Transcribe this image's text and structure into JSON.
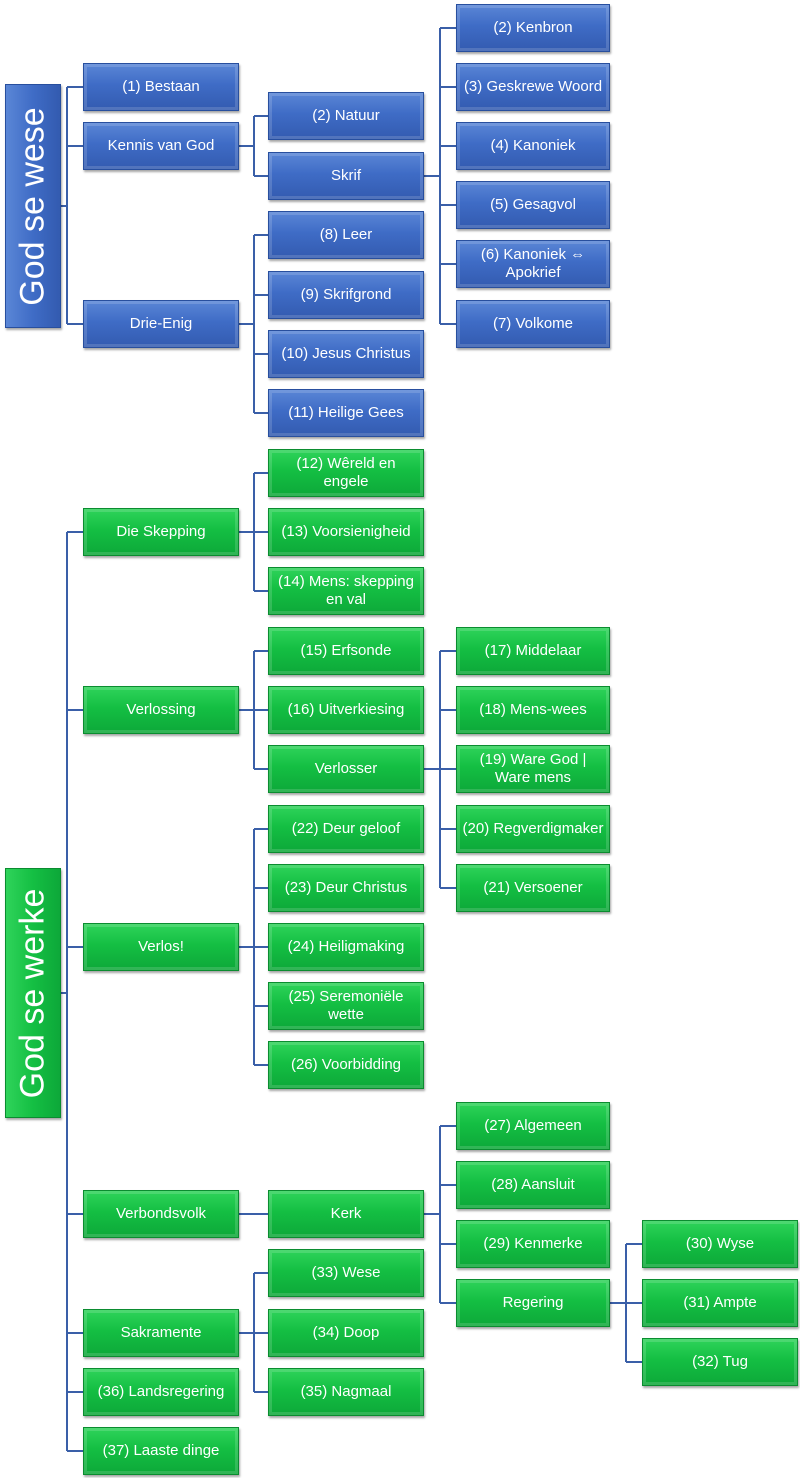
{
  "colors": {
    "blue": "#4472c4",
    "green": "#14bf43",
    "connector": "#3a5fa8"
  },
  "roots": {
    "wese": "God se wese",
    "werke": "God se werke"
  },
  "nodes": {
    "bestaan": "(1) Bestaan",
    "kennis": "Kennis van God",
    "drie_enig": "Drie-Enig",
    "natuur": "(2) Natuur",
    "skrif": "Skrif",
    "kenbron": "(2) Kenbron",
    "geskrewe_woord": "(3) Geskrewe Woord",
    "kanoniek": "(4) Kanoniek",
    "gesagvol": "(5) Gesagvol",
    "kanoniek_apokrief": "(6) Kanoniek ⇔ Apokrief",
    "volkome": "(7) Volkome",
    "leer": "(8) Leer",
    "skrifgrond": "(9) Skrifgrond",
    "jesus_christus": "(10) Jesus Christus",
    "heilige_gees": "(11) Heilige Gees",
    "skepping": "Die Skepping",
    "wereld": "(12) Wêreld en engele",
    "voorsienigheid": "(13) Voorsienigheid",
    "mens_skepping": "(14) Mens: skepping en val",
    "verlossing": "Verlossing",
    "erfsonde": "(15) Erfsonde",
    "uitverkiesing": "(16) Uitverkiesing",
    "verlosser": "Verlosser",
    "middelaar": "(17) Middelaar",
    "mens_wees": "(18) Mens-wees",
    "ware_god": "(19) Ware God | Ware mens",
    "regverdigmaker": "(20) Regverdigmaker",
    "versoener": "(21) Versoener",
    "verlos": "Verlos!",
    "deur_geloof": "(22) Deur geloof",
    "deur_christus": "(23) Deur Christus",
    "heiligmaking": "(24) Heiligmaking",
    "seremoniele": "(25) Seremoniële wette",
    "voorbidding": "(26) Voorbidding",
    "verbondsvolk": "Verbondsvolk",
    "kerk": "Kerk",
    "algemeen": "(27) Algemeen",
    "aansluit": "(28) Aansluit",
    "kenmerke": "(29) Kenmerke",
    "regering": "Regering",
    "wyse": "(30) Wyse",
    "ampte": "(31) Ampte",
    "tug": "(32) Tug",
    "sakramente": "Sakramente",
    "wese": "(33) Wese",
    "doop": "(34) Doop",
    "nagmaal": "(35) Nagmaal",
    "landsregering": "(36) Landsregering",
    "laaste_dinge": "(37) Laaste dinge"
  }
}
